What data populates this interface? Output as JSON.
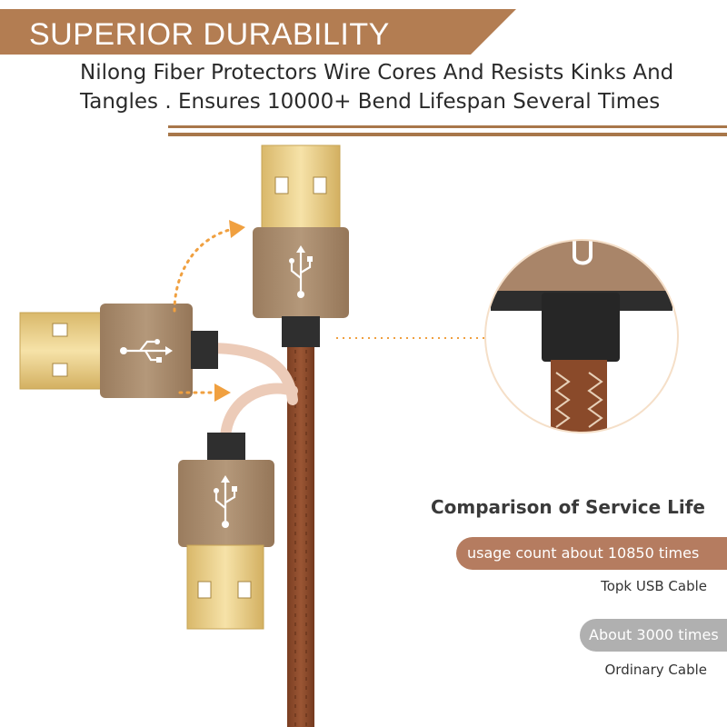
{
  "header": {
    "title": "SUPERIOR DURABILITY",
    "subtitle": "Nilong Fiber Protectors Wire Cores And Resists Kinks And Tangles . Ensures 10000+ Bend Lifespan Several Times"
  },
  "comparison": {
    "title": "Comparison of Service Life",
    "topk": {
      "value_label": "usage count about 10850 times",
      "name": "Topk USB Cable"
    },
    "ordinary": {
      "value_label": "About 3000 times",
      "name": "Ordinary Cable"
    }
  },
  "icons": {
    "usb_symbol": "usb-icon",
    "arrow": "arrow-head-icon"
  },
  "colors": {
    "banner": "#b37d52",
    "rule": "#a8774a",
    "cable": "#8a4a2a",
    "connector_housing": "#a98c6e",
    "connector_plug": "#e7c981",
    "strain_relief": "#2f2f2f",
    "arrow": "#f0a040",
    "topk_pill": "#b57c60",
    "ordinary_pill": "#b0b0b0"
  }
}
